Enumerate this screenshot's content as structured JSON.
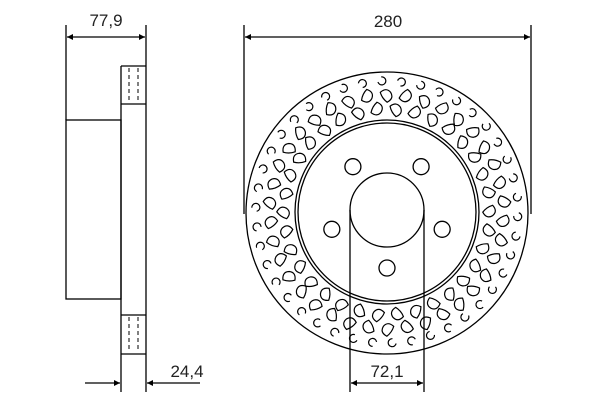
{
  "dimensions": {
    "total_height": "77,9",
    "diameter": "280",
    "thickness": "24,4",
    "center_bore": "72,1"
  },
  "bolt_holes": 5,
  "colors": {
    "line": "#000000",
    "background": "#ffffff"
  }
}
